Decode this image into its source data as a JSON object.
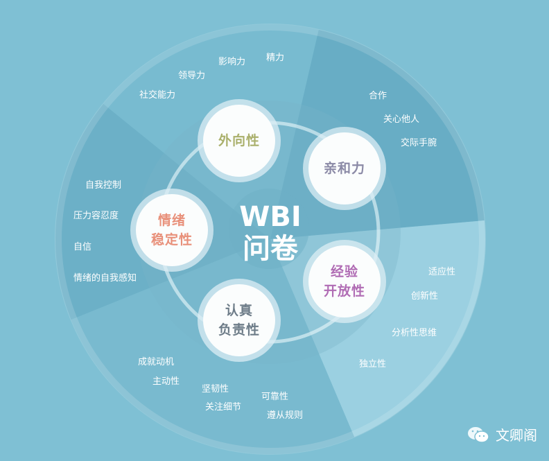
{
  "title": {
    "line1": "WBI",
    "line2": "问卷"
  },
  "traits": [
    {
      "line1": "外向性",
      "line2": "",
      "color": "#aab06c",
      "items": [
        "社交能力",
        "领导力",
        "影响力",
        "精力"
      ]
    },
    {
      "line1": "亲和力",
      "line2": "",
      "color": "#8b8aa6",
      "items": [
        "合作",
        "关心他人",
        "交际手腕"
      ]
    },
    {
      "line1": "经验",
      "line2": "开放性",
      "color": "#b06cb4",
      "items": [
        "适应性",
        "创新性",
        "分析性思维",
        "独立性"
      ]
    },
    {
      "line1": "认真",
      "line2": "负责性",
      "color": "#6d7c88",
      "items": [
        "成就动机",
        "主动性",
        "坚韧性",
        "关注细节",
        "可靠性",
        "遵从规则"
      ]
    },
    {
      "line1": "情绪",
      "line2": "稳定性",
      "color": "#e8907a",
      "items": [
        "自我控制",
        "压力容忍度",
        "自信",
        "情绪的自我感知"
      ]
    }
  ],
  "watermark": {
    "text": "文卿阁",
    "icon": "wechat-icon"
  }
}
